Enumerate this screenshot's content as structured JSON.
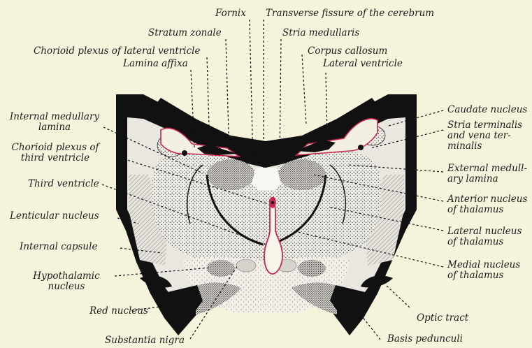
{
  "labels": {
    "fornix": "Fornix",
    "transverse_fissure": "Transverse fissure of the cerebrum",
    "stratum_zonale": "Stratum zonale",
    "stria_medullaris": "Stria medullaris",
    "chorioid_plexus_lateral": "Chorioid plexus of lateral ventricle",
    "corpus_callosum": "Corpus callosum",
    "lamina_affixa": "Lamina affixa",
    "lateral_ventricle": "Lateral ventricle",
    "internal_medullary_lamina": "Internal medullary\nlamina",
    "chorioid_plexus_third": "Chorioid plexus of\nthird ventricle",
    "third_ventricle": "Third ventricle",
    "lenticular_nucleus": "Lenticular nucleus",
    "internal_capsule": "Internal capsule",
    "hypothalamic_nucleus": "Hypothalamic\nnucleus",
    "red_nucleus": "Red nucleus",
    "substantia_nigra": "Substantia nigra",
    "caudate_nucleus": "Caudate nucleus",
    "stria_terminalis": "Stria terminalis\nand vena ter-\nminalis",
    "external_medullary_lamina": "External medull-\nary lamina",
    "anterior_nucleus": "Anterior nucleus\nof thalamus",
    "lateral_nucleus": "Lateral nucleus\nof thalamus",
    "medial_nucleus": "Medial nucleus\nof thalamus",
    "optic_tract": "Optic tract",
    "basis_pedunculi": "Basis pedunculi"
  },
  "colors": {
    "background": "#f6f3dc",
    "ink": "#111111",
    "stipple": "#2a2a2a",
    "tissue": "#e4e2da",
    "ependyma": "#c8264f"
  }
}
